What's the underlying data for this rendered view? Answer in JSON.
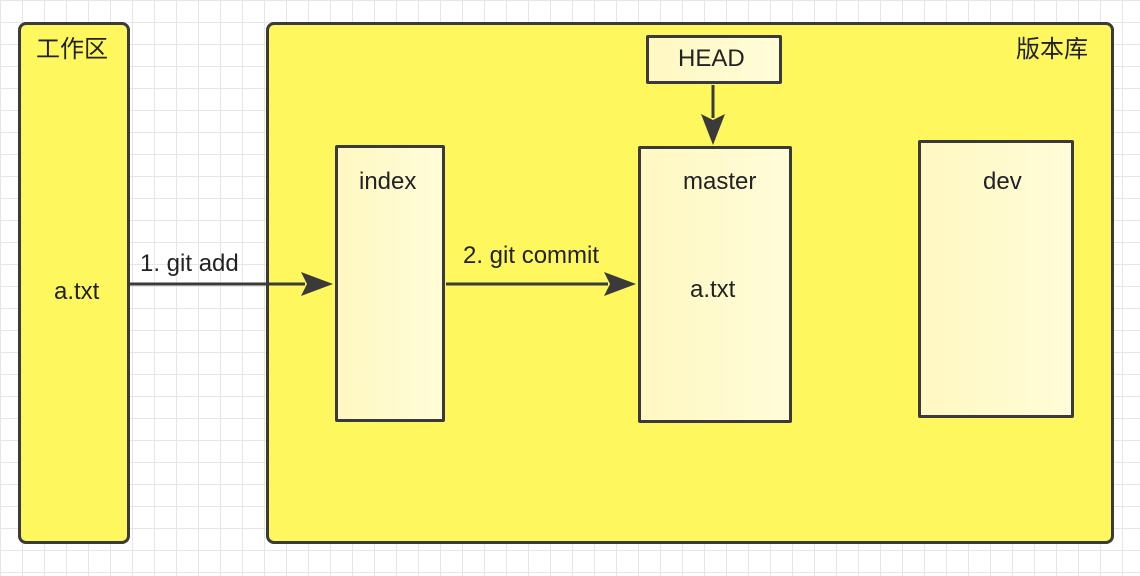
{
  "workspace": {
    "title": "工作区",
    "file": "a.txt"
  },
  "repository": {
    "title": "版本库",
    "head_label": "HEAD",
    "index_label": "index",
    "master_label": "master",
    "master_file": "a.txt",
    "dev_label": "dev"
  },
  "arrows": {
    "add_label": "1. git add",
    "commit_label": "2. git commit"
  },
  "colors": {
    "container_fill": "#fff75e",
    "inner_fill": "#fffcd8",
    "stroke": "#3a3a3a"
  }
}
